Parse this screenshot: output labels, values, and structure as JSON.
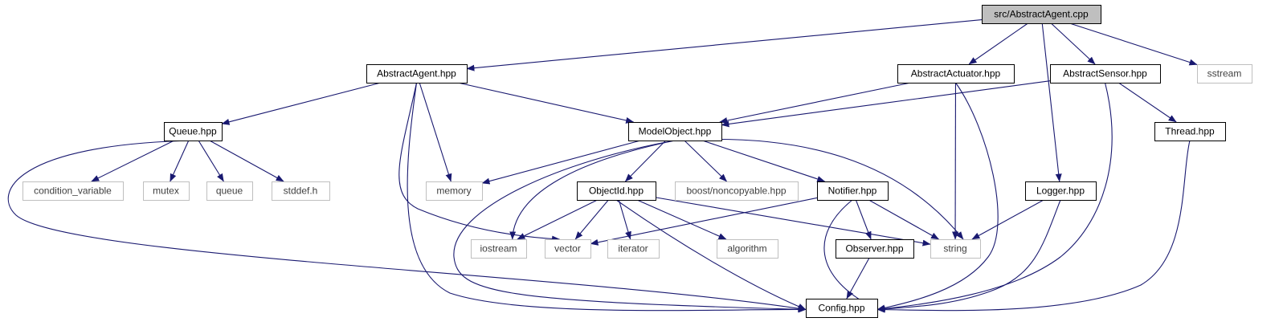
{
  "diagram": {
    "title": "",
    "colors": {
      "edge": "#191970",
      "root_fill": "#bfbfbf",
      "project_border": "#000000",
      "external_border": "#bfbfbf",
      "external_text": "#3f3f3f",
      "project_text": "#000000"
    },
    "nodes": [
      {
        "id": "root",
        "label": "src/AbstractAgent.cpp",
        "kind": "root"
      },
      {
        "id": "abstractagent_hpp",
        "label": "AbstractAgent.hpp",
        "kind": "project"
      },
      {
        "id": "abstractactuator_hpp",
        "label": "AbstractActuator.hpp",
        "kind": "project"
      },
      {
        "id": "abstractsensor_hpp",
        "label": "AbstractSensor.hpp",
        "kind": "project"
      },
      {
        "id": "sstream",
        "label": "sstream",
        "kind": "external"
      },
      {
        "id": "queue_hpp",
        "label": "Queue.hpp",
        "kind": "project"
      },
      {
        "id": "modelobject_hpp",
        "label": "ModelObject.hpp",
        "kind": "project"
      },
      {
        "id": "thread_hpp",
        "label": "Thread.hpp",
        "kind": "project"
      },
      {
        "id": "condition_variable",
        "label": "condition_variable",
        "kind": "external"
      },
      {
        "id": "mutex",
        "label": "mutex",
        "kind": "external"
      },
      {
        "id": "queue",
        "label": "queue",
        "kind": "external"
      },
      {
        "id": "stddef_h",
        "label": "stddef.h",
        "kind": "external"
      },
      {
        "id": "memory",
        "label": "memory",
        "kind": "external"
      },
      {
        "id": "objectid_hpp",
        "label": "ObjectId.hpp",
        "kind": "project"
      },
      {
        "id": "boost_noncopyable",
        "label": "boost/noncopyable.hpp",
        "kind": "external"
      },
      {
        "id": "notifier_hpp",
        "label": "Notifier.hpp",
        "kind": "project"
      },
      {
        "id": "logger_hpp",
        "label": "Logger.hpp",
        "kind": "project"
      },
      {
        "id": "iostream",
        "label": "iostream",
        "kind": "external"
      },
      {
        "id": "vector",
        "label": "vector",
        "kind": "external"
      },
      {
        "id": "iterator",
        "label": "iterator",
        "kind": "external"
      },
      {
        "id": "algorithm",
        "label": "algorithm",
        "kind": "external"
      },
      {
        "id": "string",
        "label": "string",
        "kind": "external"
      },
      {
        "id": "observer_hpp",
        "label": "Observer.hpp",
        "kind": "project"
      },
      {
        "id": "config_hpp",
        "label": "Config.hpp",
        "kind": "project"
      }
    ],
    "edges": [
      [
        "root",
        "abstractagent_hpp"
      ],
      [
        "root",
        "abstractactuator_hpp"
      ],
      [
        "root",
        "abstractsensor_hpp"
      ],
      [
        "root",
        "sstream"
      ],
      [
        "root",
        "logger_hpp"
      ],
      [
        "abstractagent_hpp",
        "queue_hpp"
      ],
      [
        "abstractagent_hpp",
        "modelobject_hpp"
      ],
      [
        "abstractagent_hpp",
        "memory"
      ],
      [
        "abstractagent_hpp",
        "vector"
      ],
      [
        "abstractagent_hpp",
        "config_hpp"
      ],
      [
        "abstractactuator_hpp",
        "modelobject_hpp"
      ],
      [
        "abstractactuator_hpp",
        "string"
      ],
      [
        "abstractactuator_hpp",
        "config_hpp"
      ],
      [
        "abstractsensor_hpp",
        "modelobject_hpp"
      ],
      [
        "abstractsensor_hpp",
        "thread_hpp"
      ],
      [
        "abstractsensor_hpp",
        "config_hpp"
      ],
      [
        "queue_hpp",
        "condition_variable"
      ],
      [
        "queue_hpp",
        "mutex"
      ],
      [
        "queue_hpp",
        "queue"
      ],
      [
        "queue_hpp",
        "stddef_h"
      ],
      [
        "queue_hpp",
        "config_hpp"
      ],
      [
        "modelobject_hpp",
        "memory"
      ],
      [
        "modelobject_hpp",
        "objectid_hpp"
      ],
      [
        "modelobject_hpp",
        "boost_noncopyable"
      ],
      [
        "modelobject_hpp",
        "notifier_hpp"
      ],
      [
        "modelobject_hpp",
        "string"
      ],
      [
        "modelobject_hpp",
        "iostream"
      ],
      [
        "modelobject_hpp",
        "config_hpp"
      ],
      [
        "objectid_hpp",
        "iostream"
      ],
      [
        "objectid_hpp",
        "vector"
      ],
      [
        "objectid_hpp",
        "iterator"
      ],
      [
        "objectid_hpp",
        "algorithm"
      ],
      [
        "objectid_hpp",
        "string"
      ],
      [
        "objectid_hpp",
        "config_hpp"
      ],
      [
        "notifier_hpp",
        "vector"
      ],
      [
        "notifier_hpp",
        "observer_hpp"
      ],
      [
        "notifier_hpp",
        "string"
      ],
      [
        "notifier_hpp",
        "config_hpp"
      ],
      [
        "observer_hpp",
        "config_hpp"
      ],
      [
        "logger_hpp",
        "string"
      ],
      [
        "logger_hpp",
        "config_hpp"
      ],
      [
        "thread_hpp",
        "config_hpp"
      ]
    ]
  }
}
